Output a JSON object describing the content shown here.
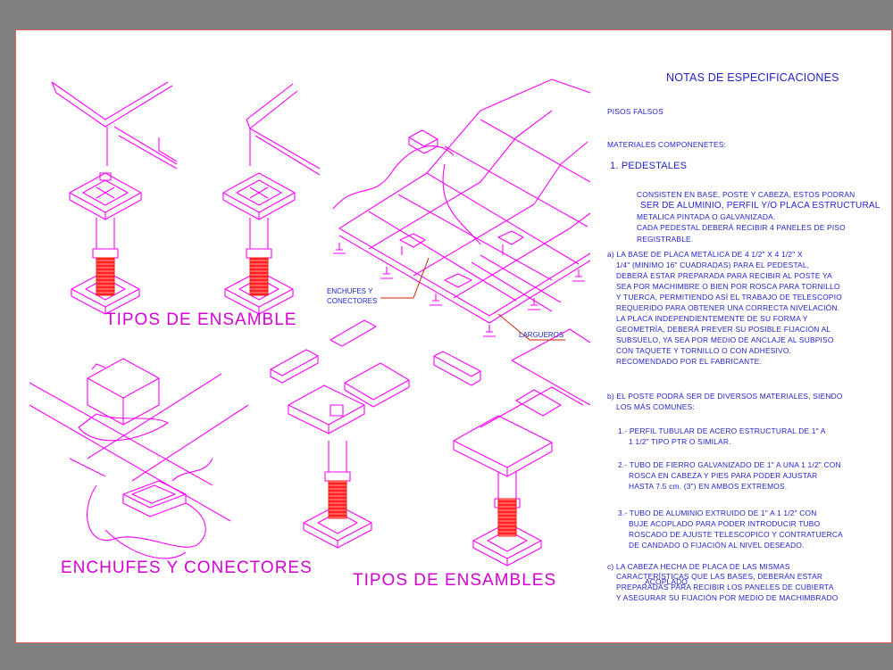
{
  "colors": {
    "linework": "#ff00ff",
    "text_blue": "#2222cc",
    "spring_red": "#ff2020",
    "leader_red": "#cc2200",
    "sheet_border": "#e06060",
    "background": "#7f7f7f"
  },
  "captions": {
    "tipos_ensamble": "TIPOS DE ENSAMBLE",
    "enchufes_conectores": "ENCHUFES Y CONECTORES",
    "tipos_ensambles": "TIPOS DE ENSAMBLES"
  },
  "callouts": {
    "enchufes_line1": "ENCHUFES Y",
    "enchufes_line2": "CONECTORES",
    "largueros": "LARGUEROS"
  },
  "notes": {
    "title": "NOTAS DE ESPECIFICACIONES",
    "pisos": "PISOS FALSOS",
    "materiales": "MATERIALES COMPONENETES:",
    "section1": "1. PEDESTALES",
    "intro": [
      "CONSISTEN EN BASE, POSTE Y CABEZA, ESTOS PODRAN",
      "SER DE ALUMINIO, PERFIL Y/O PLACA ESTRUCTURAL",
      "METALICA PINTADA O GALVANIZADA.",
      "CADA PEDESTAL DEBERÁ RECIBIR 4 PANELES DE PISO",
      "REGISTRABLE."
    ],
    "a": [
      "a) LA BASE DE PLACA METÁLICA DE 4 1/2\" X 4 1/2\" X",
      "1/4\" (MINIMO 16\" CUADRADAS) PARA EL PEDESTAL,",
      "DEBERÁ ESTAR PREPARADA PARA RECIBIR AL POSTE YA",
      "SEA POR MACHIMBRE O BIEN POR ROSCA PARA TORNILLO",
      "Y TUERCA, PERMITIENDO ASÍ EL TRABAJO DE TELESCOPIO",
      "REQUERIDO PARA OBTENER UNA CORRECTA NIVELACIÓN.",
      "LA PLACA INDEPENDIENTEMENTE DE SU FORMA Y",
      "GEOMETRÍA, DEBERÁ PREVER SU POSIBLE FIJACIÓN AL",
      "SUBSUELO, YA SEA POR MEDIO DE ANCLAJE AL SUBPISO",
      "CON TAQUETE Y TORNILLO O CON ADHESIVO.",
      "RECOMENDADO POR EL FABRICANTE."
    ],
    "b": [
      "b) EL POSTE PODRÁ SER DE DIVERSOS MATERIALES, SIENDO",
      "LOS MÁS COMUNES:"
    ],
    "b1": [
      "1.- PERFIL TUBULAR DE ACERO ESTRUCTURAL DE 1\" A",
      "1 1/2\" TIPO PTR O SIMILAR."
    ],
    "b2": [
      "2.- TUBO DE FIERRO GALVANIZADO DE 1\" A UNA 1 1/2\" CON",
      "ROSCA EN CABEZA Y PIES PARA PODER AJUSTAR",
      "HASTA 7.5 cm. (3\") EN AMBOS EXTREMOS."
    ],
    "b3": [
      "3.- TUBO DE ALUMINIO EXTRUIDO DE 1\" A 1 1/2\" CON",
      "BUJE ACOPLADO PARA PODER INTRODUCIR TUBO",
      "ROSCADO DE AJUSTE TELESCOPICO Y CONTRATUERCA",
      "DE CANDADO O FIJACIÓN AL NIVEL DESEADO."
    ],
    "c": [
      "c) LA CABEZA HECHA DE PLACA DE LAS MISMAS",
      "CARACTERÍSTICAS QUE LAS BASES, DEBERÁN ESTAR",
      "PREPARADAS PARA RECIBIR LOS PANELES DE CUBIERTA",
      "Y ASEGURAR SU FIJACIÓN POR MEDIO DE MACHIMBRADO"
    ],
    "c_overlap": "ACOPLADO"
  }
}
